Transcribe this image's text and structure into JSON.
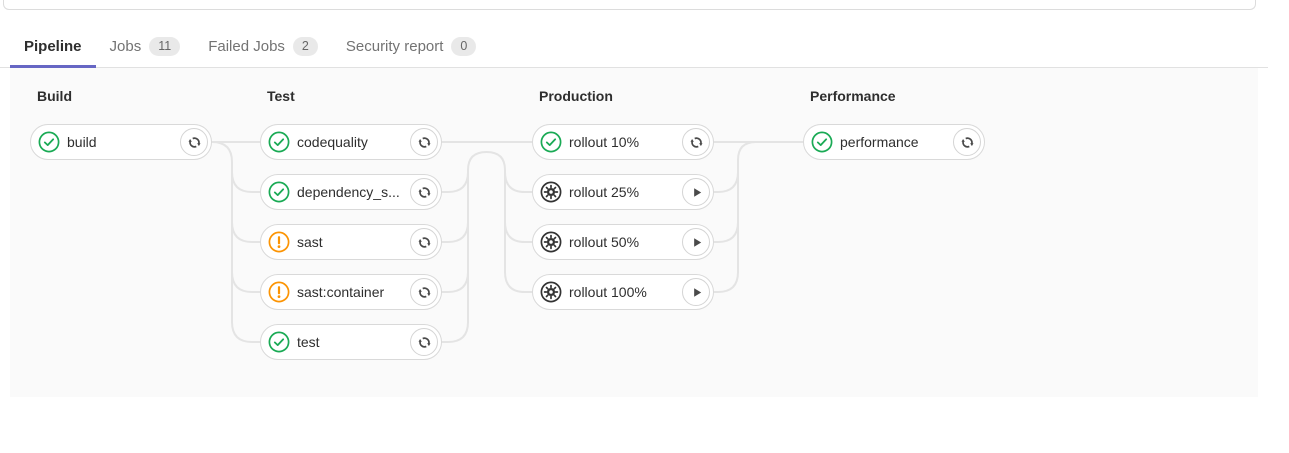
{
  "tabs": [
    {
      "label": "Pipeline",
      "active": true
    },
    {
      "label": "Jobs",
      "badge": "11"
    },
    {
      "label": "Failed Jobs",
      "badge": "2"
    },
    {
      "label": "Security report",
      "badge": "0"
    }
  ],
  "stages": [
    {
      "title": "Build",
      "jobs": [
        {
          "name": "build",
          "status": "success",
          "action": "retry"
        }
      ]
    },
    {
      "title": "Test",
      "jobs": [
        {
          "name": "codequality",
          "status": "success",
          "action": "retry"
        },
        {
          "name": "dependency_s...",
          "status": "success",
          "action": "retry"
        },
        {
          "name": "sast",
          "status": "warning",
          "action": "retry"
        },
        {
          "name": "sast:container",
          "status": "warning",
          "action": "retry"
        },
        {
          "name": "test",
          "status": "success",
          "action": "retry"
        }
      ]
    },
    {
      "title": "Production",
      "jobs": [
        {
          "name": "rollout 10%",
          "status": "success",
          "action": "retry"
        },
        {
          "name": "rollout 25%",
          "status": "manual",
          "action": "play"
        },
        {
          "name": "rollout 50%",
          "status": "manual",
          "action": "play"
        },
        {
          "name": "rollout 100%",
          "status": "manual",
          "action": "play"
        }
      ]
    },
    {
      "title": "Performance",
      "jobs": [
        {
          "name": "performance",
          "status": "success",
          "action": "retry"
        }
      ]
    }
  ],
  "colors": {
    "success": "#1aaa55",
    "warning": "#fc9403",
    "manual": "#333333",
    "action_glyph": "#4a4a4a",
    "connector": "#e4e4e4",
    "graph_background": "#fafafa",
    "tab_active_underline": "#6666c4"
  }
}
